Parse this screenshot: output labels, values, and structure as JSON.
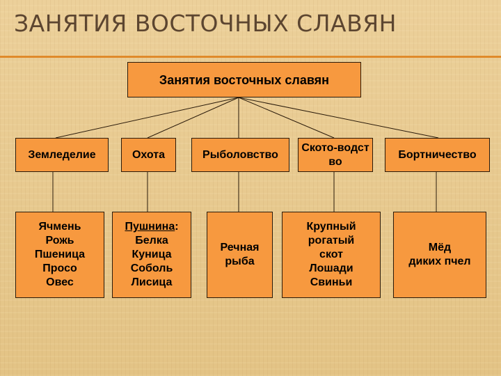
{
  "slide": {
    "title": "ЗАНЯТИЯ ВОСТОЧНЫХ СЛАВЯН",
    "colors": {
      "box_fill": "#f7993f",
      "title_text": "#5c4530",
      "accent_rule": "#e08a2a",
      "background": "#e7c98f"
    }
  },
  "diagram": {
    "root": "Занятия восточных славян",
    "categories": [
      {
        "label": "Земледелие",
        "details": "Ячмень\nРожь\nПшеница\nПросо\nОвес"
      },
      {
        "label": "Охота",
        "details_heading": "Пушнина",
        "details_heading_suffix": ":",
        "details": "Белка\nКуница\nСоболь\nЛисица"
      },
      {
        "label": "Рыболовство",
        "details": "Речная\nрыба"
      },
      {
        "label": "Ското-водство",
        "details": "Крупный\nрогатый\nскот\nЛошади\nСвиньи"
      },
      {
        "label": "Бортничество",
        "details": "Мёд\nдиких пчел"
      }
    ]
  }
}
